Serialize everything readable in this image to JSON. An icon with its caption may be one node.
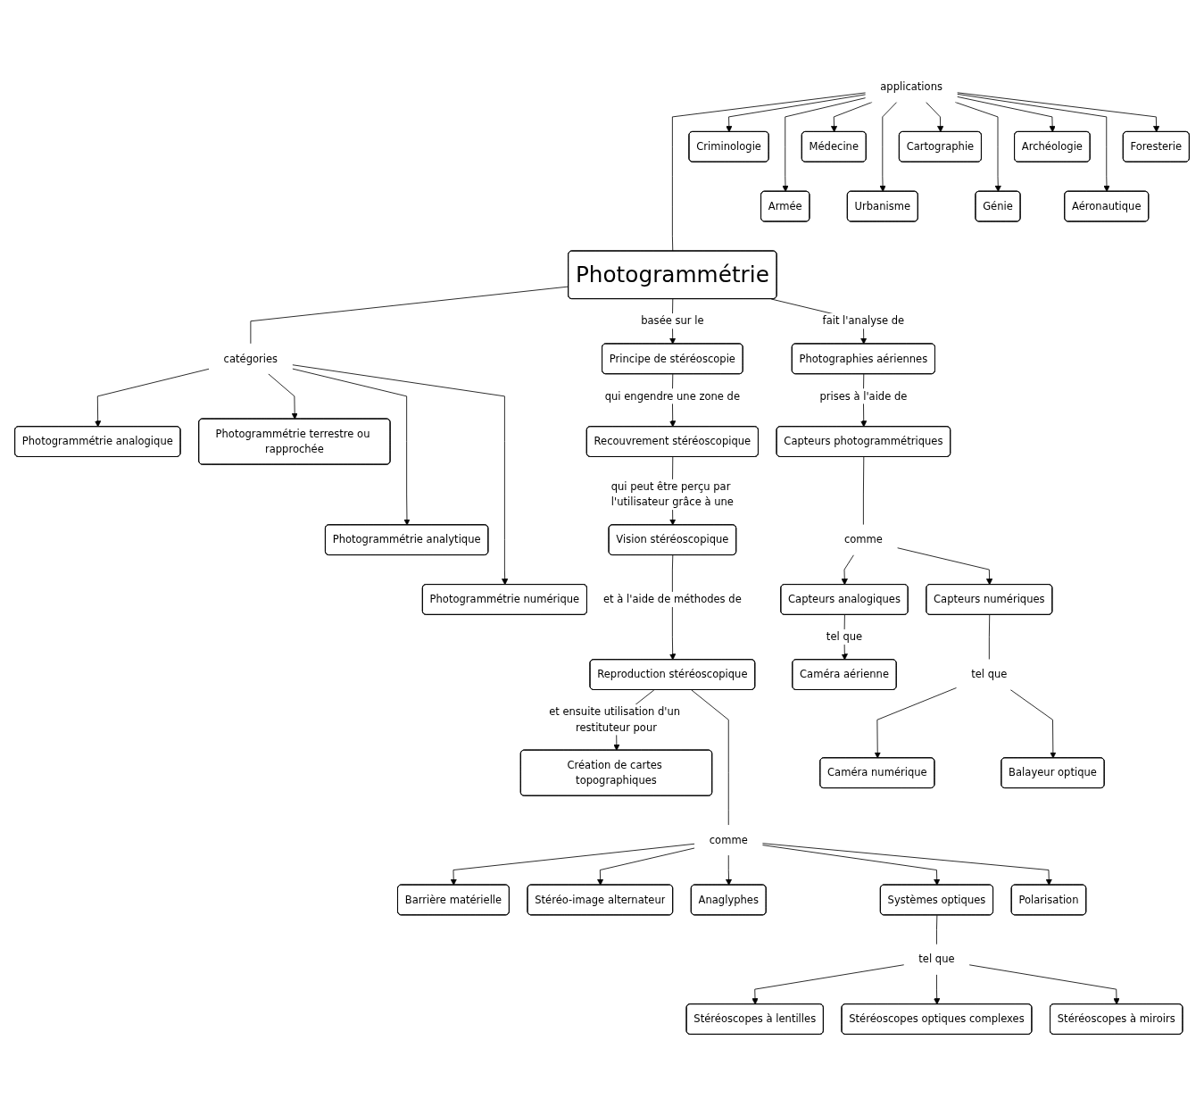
{
  "diagram": {
    "nodes": [
      {
        "text": [
          "Criminologie"
        ]
      },
      {
        "text": [
          "Armée"
        ]
      },
      {
        "text": [
          "Médecine"
        ]
      },
      {
        "text": [
          "Urbanisme"
        ]
      },
      {
        "text": [
          "Cartographie"
        ]
      },
      {
        "text": [
          "applications"
        ]
      },
      {
        "text": [
          "Génie"
        ]
      },
      {
        "text": [
          "Archéologie"
        ]
      },
      {
        "text": [
          "Aéronautique"
        ]
      },
      {
        "text": [
          "Foresterie"
        ]
      },
      {
        "text": [
          "Photogrammétrie"
        ]
      },
      {
        "text": [
          "catégories"
        ]
      },
      {
        "text": [
          "Photographies aériennes"
        ]
      },
      {
        "text": [
          "Photogrammétrie analogique"
        ]
      },
      {
        "text": [
          "Photogrammétrie terrestre ou rapprochée"
        ]
      },
      {
        "text": [
          "Principe de stéréoscopie"
        ]
      },
      {
        "text": [
          "Capteurs photogrammétriques"
        ]
      },
      {
        "text": [
          "Photogrammétrie analytique"
        ]
      },
      {
        "text": [
          "comme"
        ]
      },
      {
        "text": [
          "Capteurs analogiques"
        ]
      },
      {
        "text": [
          "Capteurs numériques"
        ]
      },
      {
        "text": [
          "Photogrammétrie numérique"
        ]
      },
      {
        "text": [
          "Recouvrement stéréoscopique"
        ]
      },
      {
        "text": [
          "tel que"
        ]
      },
      {
        "text": [
          "Caméra aérienne"
        ]
      },
      {
        "text": [
          "Caméra numérique"
        ]
      },
      {
        "text": [
          "Balayeur optique"
        ]
      },
      {
        "text": [
          "Vision stéréoscopique"
        ]
      },
      {
        "text": [
          "Création de cartes topographiques"
        ]
      },
      {
        "text": [
          "Reproduction stéréoscopique"
        ]
      },
      {
        "text": [
          "comme"
        ]
      },
      {
        "text": [
          "Barrière matérielle"
        ]
      },
      {
        "text": [
          "Stéréo-image alternateur"
        ]
      },
      {
        "text": [
          "Anaglyphes"
        ]
      },
      {
        "text": [
          "Polarisation"
        ]
      },
      {
        "text": [
          "Systèmes optiques"
        ]
      },
      {
        "text": [
          "Stéréoscopes optiques complexes"
        ]
      },
      {
        "text": [
          "Stéréoscopes à lentilles"
        ]
      },
      {
        "text": [
          "tel que"
        ]
      },
      {
        "text": [
          "Stéréoscopes à miroirs"
        ]
      }
    ],
    "edges": [
      {
        "from": 5,
        "to": 10,
        "arrow": "none"
      },
      {
        "from": 5,
        "to": 0,
        "arrow": "to"
      },
      {
        "from": 5,
        "to": 1,
        "arrow": "to"
      },
      {
        "from": 5,
        "to": 2,
        "arrow": "to"
      },
      {
        "from": 5,
        "to": 3,
        "arrow": "to"
      },
      {
        "from": 5,
        "to": 4,
        "arrow": "to"
      },
      {
        "from": 5,
        "to": 6,
        "arrow": "to"
      },
      {
        "from": 5,
        "to": 7,
        "arrow": "to"
      },
      {
        "from": 5,
        "to": 8,
        "arrow": "to"
      },
      {
        "from": 5,
        "to": 9,
        "arrow": "to"
      },
      {
        "from": 10,
        "to": 11,
        "arrow": "none"
      },
      {
        "from": 11,
        "to": 13,
        "arrow": "to"
      },
      {
        "from": 11,
        "to": 14,
        "arrow": "to"
      },
      {
        "from": 11,
        "to": 17,
        "arrow": "to"
      },
      {
        "from": 11,
        "to": 21,
        "arrow": "to"
      },
      {
        "from": 10,
        "to": 15,
        "arrow": "to",
        "label": "basée sur le"
      },
      {
        "from": 15,
        "to": 22,
        "arrow": "to",
        "label": "qui engendre une zone de"
      },
      {
        "from": 22,
        "to": 27,
        "arrow": "to",
        "label": "qui peut être perçu par l'utilisateur grâce à une"
      },
      {
        "from": 27,
        "to": 29,
        "arrow": "to",
        "label": "et à l'aide de méthodes de"
      },
      {
        "from": 29,
        "to": 28,
        "arrow": "to",
        "label": "et ensuite utilisation d'un restituteur pour"
      },
      {
        "from": 29,
        "to": 30,
        "arrow": "none"
      },
      {
        "from": 30,
        "to": 31,
        "arrow": "to"
      },
      {
        "from": 30,
        "to": 32,
        "arrow": "to"
      },
      {
        "from": 30,
        "to": 33,
        "arrow": "to"
      },
      {
        "from": 30,
        "to": 35,
        "arrow": "to"
      },
      {
        "from": 30,
        "to": 34,
        "arrow": "to"
      },
      {
        "from": 35,
        "to": 38,
        "arrow": "none"
      },
      {
        "from": 38,
        "to": 37,
        "arrow": "to"
      },
      {
        "from": 38,
        "to": 36,
        "arrow": "to"
      },
      {
        "from": 38,
        "to": 39,
        "arrow": "to"
      },
      {
        "from": 10,
        "to": 12,
        "arrow": "to",
        "label": "fait l'analyse de"
      },
      {
        "from": 12,
        "to": 16,
        "arrow": "to",
        "label": "prises à l'aide de"
      },
      {
        "from": 16,
        "to": 18,
        "arrow": "none"
      },
      {
        "from": 18,
        "to": 19,
        "arrow": "to"
      },
      {
        "from": 18,
        "to": 20,
        "arrow": "to"
      },
      {
        "from": 19,
        "to": 24,
        "arrow": "to",
        "label": "tel que"
      },
      {
        "from": 20,
        "to": 23,
        "arrow": "none"
      },
      {
        "from": 23,
        "to": 25,
        "arrow": "to"
      },
      {
        "from": 23,
        "to": 26,
        "arrow": "to"
      }
    ]
  }
}
